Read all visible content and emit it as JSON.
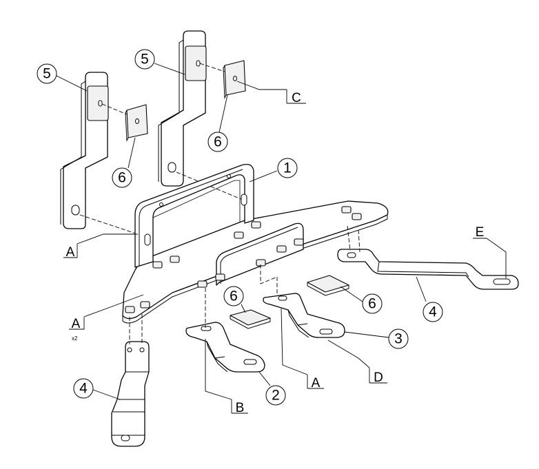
{
  "balloons": {
    "b1": "1",
    "b2": "2",
    "b3": "3",
    "b4_left": "4",
    "b4_right": "4",
    "b5_left": "5",
    "b5_right": "5",
    "b6_left": "6",
    "b6_right": "6",
    "b6_mid_left": "6",
    "b6_mid_right": "6"
  },
  "letters": {
    "A_top": "A",
    "A_left": "A",
    "A_bottom": "A",
    "B": "B",
    "C": "C",
    "D": "D",
    "E": "E"
  },
  "notes": {
    "quantity": "x2"
  }
}
